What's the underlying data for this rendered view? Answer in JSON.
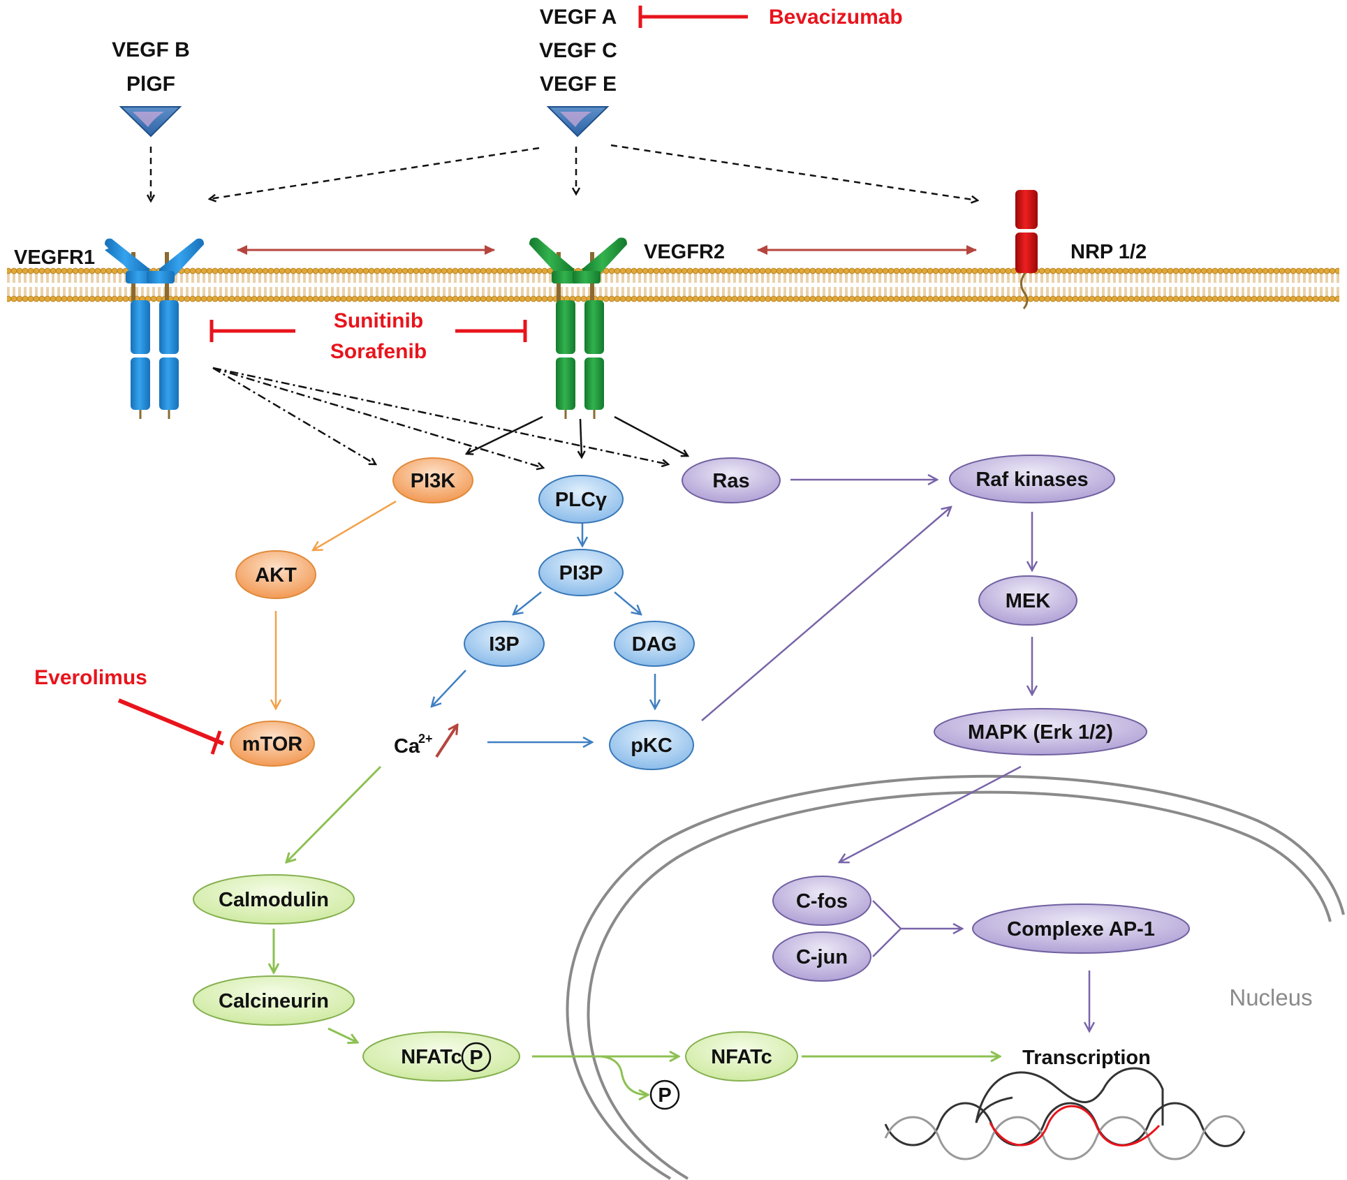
{
  "ligands": {
    "left": [
      "VEGF B",
      "PlGF"
    ],
    "center": [
      "VEGF A",
      "VEGF C",
      "VEGF E"
    ]
  },
  "drugs": {
    "bevacizumab": "Bevacizumab",
    "sunitinib": "Sunitinib",
    "sorafenib": "Sorafenib",
    "everolimus": "Everolimus"
  },
  "receptors": {
    "vegfr1": "VEGFR1",
    "vegfr2": "VEGFR2",
    "nrp": "NRP 1/2"
  },
  "nodes": {
    "pi3k": "PI3K",
    "akt": "AKT",
    "mtor": "mTOR",
    "plcg": "PLCγ",
    "pi3p": "PI3P",
    "i3p": "I3P",
    "dag": "DAG",
    "ca": "Ca",
    "ca_sup": "2+",
    "pkc": "pKC",
    "ras": "Ras",
    "raf": "Raf kinases",
    "mek": "MEK",
    "mapk": "MAPK (Erk 1/2)",
    "cfos": "C-fos",
    "cjun": "C-jun",
    "ap1": "Complexe AP-1",
    "calmodulin": "Calmodulin",
    "calcineurin": "Calcineurin",
    "nfatc_p": "NFATc",
    "p_badge": "P",
    "p_free": "P",
    "nfatc": "NFATc",
    "transcription": "Transcription"
  },
  "compartments": {
    "nucleus": "Nucleus"
  },
  "colors": {
    "drug_red": "#e8141c",
    "vegfr1_blue": "#1e88d8",
    "vegfr2_green": "#1f9a3a",
    "nrp_red": "#d01010",
    "orange_node": "#f6a86a",
    "blue_node": "#9ac6f0",
    "purple_node": "#bdb0de",
    "green_node": "#d8f0b0",
    "membrane": "#d8a030"
  }
}
